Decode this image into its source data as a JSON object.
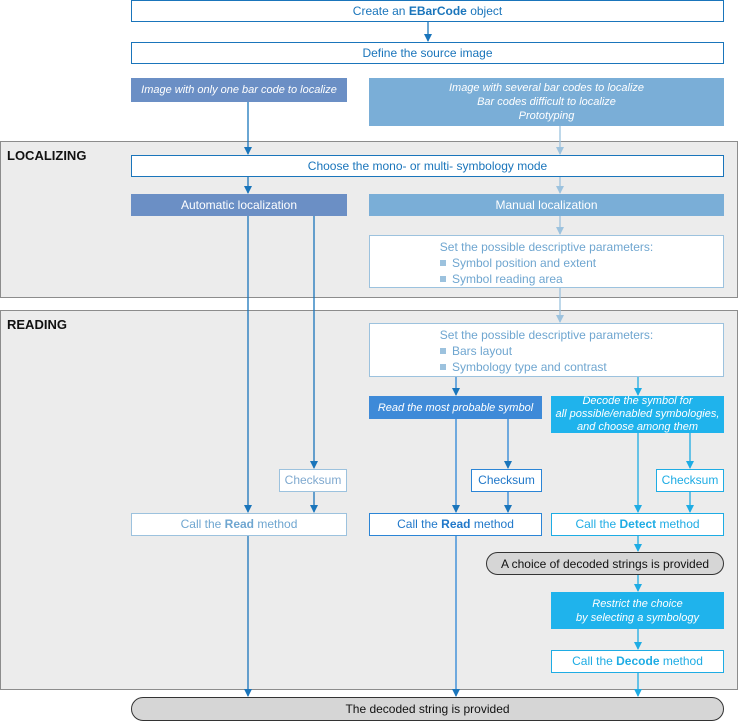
{
  "create_box": {
    "prefix": "Create an ",
    "bold": "EBarCode",
    "suffix": " object"
  },
  "define_box": "Define the source image",
  "case_single": "Image with only one bar code to localize",
  "case_multi": [
    "Image with several bar codes to localize",
    "Bar codes difficult to localize",
    "Prototyping"
  ],
  "localizing": {
    "title": "LOCALIZING",
    "mode_box": "Choose the mono- or multi- symbology mode",
    "auto_box": "Automatic localization",
    "manual_box": "Manual localization",
    "params": {
      "head": "Set the possible descriptive parameters:",
      "items": [
        "Symbol position and extent",
        "Symbol reading area"
      ]
    }
  },
  "reading": {
    "title": "READING",
    "params": {
      "head": "Set the possible descriptive parameters:",
      "items": [
        "Bars layout",
        "Symbology type and contrast"
      ]
    },
    "probable_box": "Read the most probable symbol",
    "decode_all_box": [
      "Decode the symbol for",
      "all possible/enabled symbologies,",
      "and choose among them"
    ],
    "checksum_label": "Checksum",
    "call_read": {
      "prefix": "Call the ",
      "bold": "Read",
      "suffix": " method"
    },
    "call_detect": {
      "prefix": "Call the ",
      "bold": "Detect",
      "suffix": " method"
    },
    "choice_pill": "A choice of decoded strings is provided",
    "restrict_box": [
      "Restrict the choice",
      "by selecting a symbology"
    ],
    "call_decode": {
      "prefix": "Call the ",
      "bold": "Decode",
      "suffix": " method"
    }
  },
  "final_pill": "The decoded string is provided",
  "colors": {
    "dark_blue": "#1a75bb",
    "pale_blue": "#9cc2de",
    "cyan": "#1eace4",
    "steel": "#6b8fc5"
  }
}
